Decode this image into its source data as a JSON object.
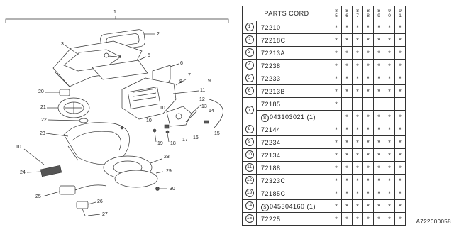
{
  "callouts": [
    "1",
    "2",
    "3",
    "4",
    "5",
    "6",
    "7",
    "8",
    "9",
    "10",
    "10",
    "11",
    "12",
    "13",
    "14",
    "15",
    "16",
    "17",
    "18",
    "19",
    "20",
    "21",
    "22",
    "23",
    "24",
    "25",
    "26",
    "27",
    "28",
    "29",
    "30"
  ],
  "table": {
    "header": "PARTS CORD",
    "years": [
      [
        "8",
        "5"
      ],
      [
        "8",
        "6"
      ],
      [
        "8",
        "7"
      ],
      [
        "8",
        "8"
      ],
      [
        "8",
        "9"
      ],
      [
        "9",
        "0"
      ],
      [
        "9",
        "1"
      ]
    ],
    "star": "*",
    "rows": [
      {
        "num": "1",
        "code": "72210",
        "stars": [
          1,
          1,
          1,
          1,
          1,
          1,
          1
        ]
      },
      {
        "num": "2",
        "code": "72218C",
        "stars": [
          1,
          1,
          1,
          1,
          1,
          1,
          1
        ]
      },
      {
        "num": "3",
        "code": "72213A",
        "stars": [
          1,
          1,
          1,
          1,
          1,
          1,
          1
        ]
      },
      {
        "num": "4",
        "code": "72238",
        "stars": [
          1,
          1,
          1,
          1,
          1,
          1,
          1
        ]
      },
      {
        "num": "5",
        "code": "72233",
        "stars": [
          1,
          1,
          1,
          1,
          1,
          1,
          1
        ]
      },
      {
        "num": "6",
        "code": "72213B",
        "stars": [
          1,
          1,
          1,
          1,
          1,
          1,
          1
        ]
      },
      {
        "num": "7",
        "code": "72185",
        "stars": [
          1,
          0,
          0,
          0,
          0,
          0,
          0
        ]
      },
      {
        "num": "",
        "sub": "S",
        "code": "043103021 (1)",
        "stars": [
          0,
          1,
          1,
          1,
          1,
          1,
          1
        ]
      },
      {
        "num": "8",
        "code": "72144",
        "stars": [
          1,
          1,
          1,
          1,
          1,
          1,
          1
        ]
      },
      {
        "num": "9",
        "code": "72234",
        "stars": [
          1,
          1,
          1,
          1,
          1,
          1,
          1
        ]
      },
      {
        "num": "10",
        "code": "72134",
        "stars": [
          1,
          1,
          1,
          1,
          1,
          1,
          1
        ]
      },
      {
        "num": "11",
        "code": "72188",
        "stars": [
          1,
          1,
          1,
          1,
          1,
          1,
          1
        ]
      },
      {
        "num": "12",
        "code": "72323C",
        "stars": [
          1,
          1,
          1,
          1,
          1,
          1,
          1
        ]
      },
      {
        "num": "13",
        "code": "72185C",
        "stars": [
          1,
          1,
          1,
          1,
          1,
          1,
          1
        ]
      },
      {
        "num": "14",
        "sub": "S",
        "code": "045304160 (1)",
        "stars": [
          1,
          1,
          1,
          1,
          1,
          1,
          1
        ]
      },
      {
        "num": "15",
        "code": "72225",
        "stars": [
          1,
          1,
          1,
          1,
          1,
          1,
          1
        ]
      }
    ]
  },
  "doc_id": "A722000058"
}
